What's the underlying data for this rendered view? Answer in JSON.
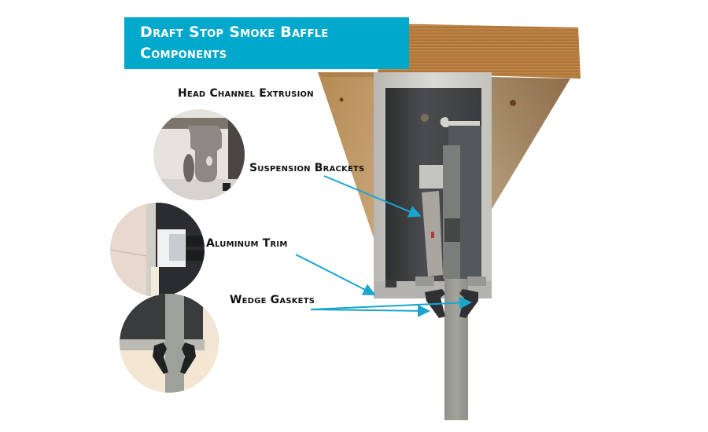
{
  "banner": {
    "title_line1": "Draft Stop Smoke Baffle",
    "title_line2": "Components",
    "color": "#00a9cc"
  },
  "labels": [
    {
      "id": "head-channel-extrusion",
      "text": "Head Channel Extrusion"
    },
    {
      "id": "suspension-brackets",
      "text": "Suspension Brackets"
    },
    {
      "id": "aluminum-trim",
      "text": "Aluminum Trim"
    },
    {
      "id": "wedge-gaskets",
      "text": "Wedge Gaskets"
    }
  ],
  "callout_arrow_color": "#1aa5cf",
  "images": {
    "main": "head-channel-cross-section-photo",
    "detail_1": "suspension-bracket-closeup",
    "detail_2": "aluminum-trim-closeup",
    "detail_3": "wedge-gaskets-closeup"
  }
}
